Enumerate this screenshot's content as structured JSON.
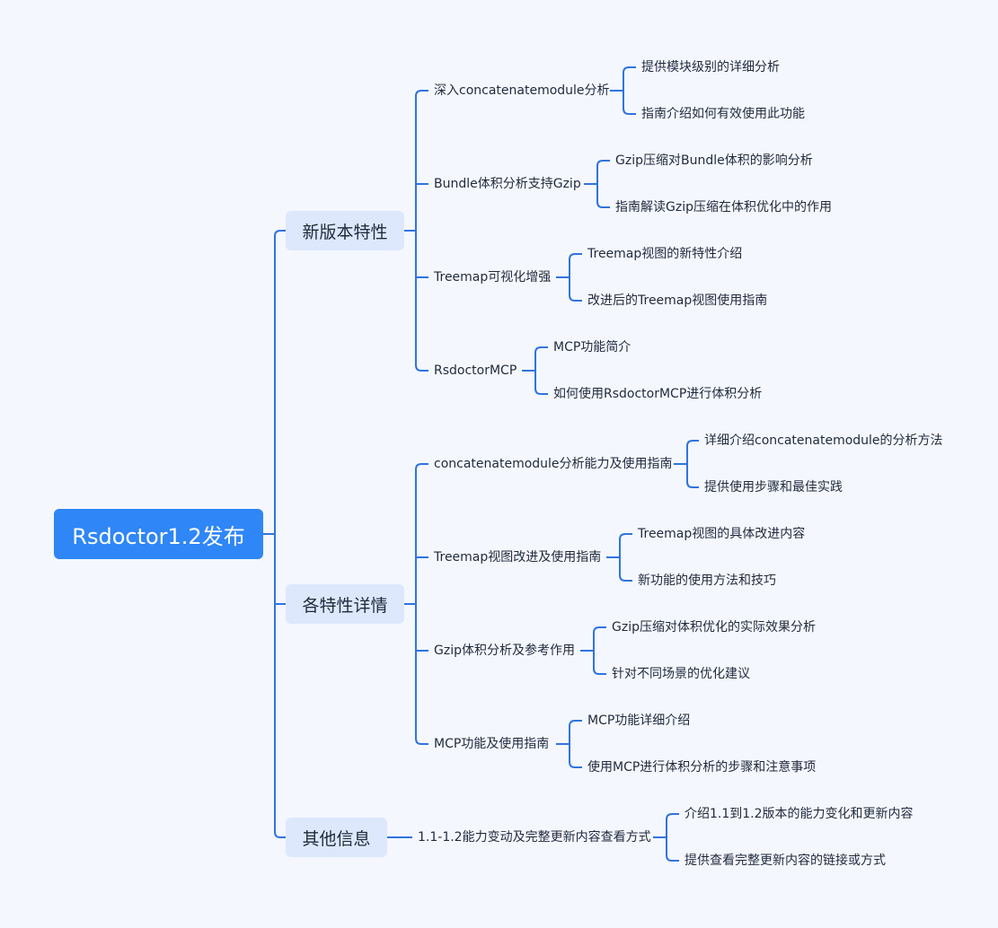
{
  "root": "Rsdoctor1.2发布",
  "branches": [
    {
      "label": "新版本特性",
      "children": [
        {
          "label": "深入concatenatemodule分析",
          "children": [
            "提供模块级别的详细分析",
            "指南介绍如何有效使用此功能"
          ]
        },
        {
          "label": "Bundle体积分析支持Gzip",
          "children": [
            "Gzip压缩对Bundle体积的影响分析",
            "指南解读Gzip压缩在体积优化中的作用"
          ]
        },
        {
          "label": "Treemap可视化增强",
          "children": [
            "Treemap视图的新特性介绍",
            "改进后的Treemap视图使用指南"
          ]
        },
        {
          "label": "RsdoctorMCP",
          "children": [
            "MCP功能简介",
            "如何使用RsdoctorMCP进行体积分析"
          ]
        }
      ]
    },
    {
      "label": "各特性详情",
      "children": [
        {
          "label": "concatenatemodule分析能力及使用指南",
          "children": [
            "详细介绍concatenatemodule的分析方法",
            "提供使用步骤和最佳实践"
          ]
        },
        {
          "label": "Treemap视图改进及使用指南",
          "children": [
            "Treemap视图的具体改进内容",
            "新功能的使用方法和技巧"
          ]
        },
        {
          "label": "Gzip体积分析及参考作用",
          "children": [
            "Gzip压缩对体积优化的实际效果分析",
            "针对不同场景的优化建议"
          ]
        },
        {
          "label": "MCP功能及使用指南",
          "children": [
            "MCP功能详细介绍",
            "使用MCP进行体积分析的步骤和注意事项"
          ]
        }
      ]
    },
    {
      "label": "其他信息",
      "children": [
        {
          "label": "1.1-1.2能力变动及完整更新内容查看方式",
          "children": [
            "介绍1.1到1.2版本的能力变化和更新内容",
            "提供查看完整更新内容的链接或方式"
          ]
        }
      ]
    }
  ],
  "colors": {
    "line": "#2f74e0",
    "root_fill": "#2f86f6",
    "branch_fill": "#dde8fd",
    "background": "#f5f7fe"
  }
}
